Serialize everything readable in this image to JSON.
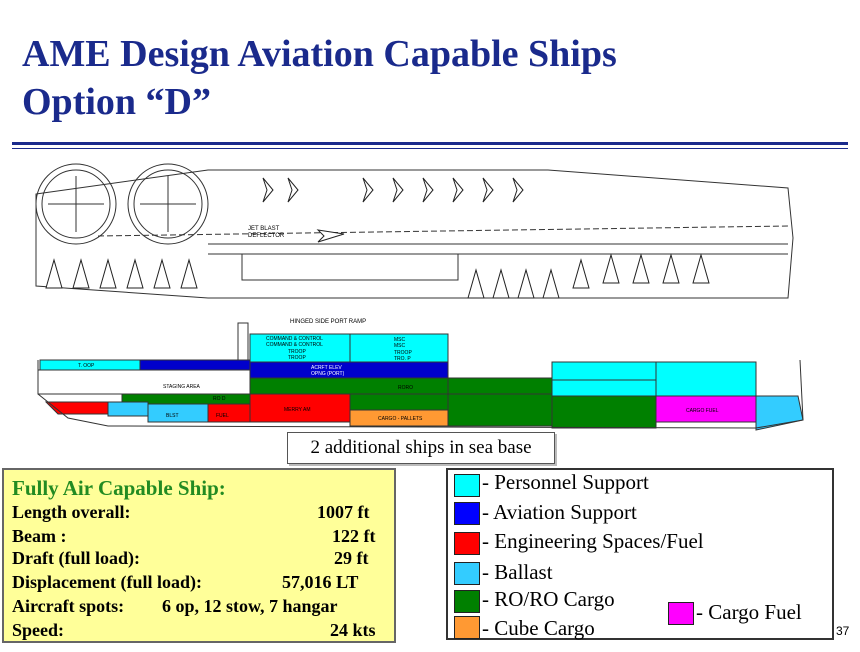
{
  "title": {
    "line1": "AME Design Aviation Capable Ships",
    "line2": "Option “D”"
  },
  "drawing": {
    "labels": {
      "jet_blast": "JET BLAST",
      "deflector": "DEFLECTOR",
      "ramp": "HINGED SIDE PORT RAMP",
      "cmd1": "COMMAND & CONTROL",
      "cmd2": "COMMAND & CONTROL",
      "troop1": "TROOP",
      "troop2": "TROOP",
      "msc1": "MSC",
      "msc2": "MSC",
      "troop3": "TROOP",
      "trp": "TRO. P",
      "t_oop": "T. OOP",
      "acft": "ACRFT ELEV",
      "acft2": "OPNG (PORT)",
      "staging": "STAGING AREA",
      "roro": "RORO",
      "cargo_pallets": "CARGO - PALLETS",
      "merry": "MERRY AM",
      "fuel": "FUEL",
      "blst": "BLST",
      "cargo_fuel": "CARGO FUEL",
      "ro_d": "RO D"
    }
  },
  "callout": "2 additional ships in sea base",
  "spec": {
    "title": "Fully Air Capable Ship:",
    "rows": [
      {
        "key": "Length overall:",
        "value": "1007 ft"
      },
      {
        "key": "Beam :",
        "value": "122 ft"
      },
      {
        "key": "Draft (full load):",
        "value": "29 ft"
      },
      {
        "key": "Displacement (full load):",
        "value": "57,016 LT"
      },
      {
        "key": "Aircraft spots:",
        "value": "6 op, 12 stow, 7 hangar"
      },
      {
        "key": "Speed:",
        "value": "24 kts"
      }
    ]
  },
  "legend": {
    "items": [
      {
        "label": "- Personnel Support",
        "color": "#00ffff"
      },
      {
        "label": "- Aviation Support",
        "color": "#0000ff"
      },
      {
        "label": "- Engineering Spaces/Fuel",
        "color": "#ff0000"
      },
      {
        "label": "- Ballast",
        "color": "#33ccff"
      },
      {
        "label": "- RO/RO Cargo",
        "color": "#008000"
      },
      {
        "label": "- Cube Cargo",
        "color": "#ff9933"
      },
      {
        "label": "- Cargo Fuel",
        "color": "#ff00ff"
      }
    ]
  },
  "page_number": "37"
}
